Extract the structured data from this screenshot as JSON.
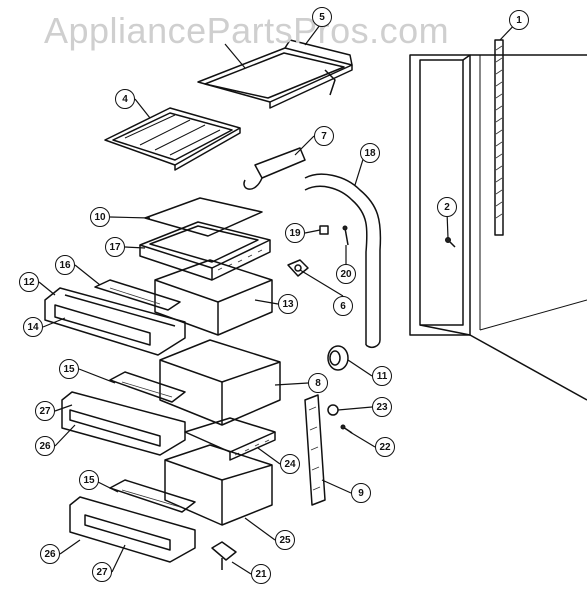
{
  "watermark": "AppliancePartsPros.com",
  "callouts": [
    {
      "id": "c1",
      "label": "1"
    },
    {
      "id": "c2",
      "label": "2"
    },
    {
      "id": "c4",
      "label": "4"
    },
    {
      "id": "c5",
      "label": "5"
    },
    {
      "id": "c6",
      "label": "6"
    },
    {
      "id": "c7",
      "label": "7"
    },
    {
      "id": "c8",
      "label": "8"
    },
    {
      "id": "c9",
      "label": "9"
    },
    {
      "id": "c10",
      "label": "10"
    },
    {
      "id": "c11",
      "label": "11"
    },
    {
      "id": "c12",
      "label": "12"
    },
    {
      "id": "c13",
      "label": "13"
    },
    {
      "id": "c14",
      "label": "14"
    },
    {
      "id": "c15a",
      "label": "15"
    },
    {
      "id": "c15b",
      "label": "15"
    },
    {
      "id": "c16",
      "label": "16"
    },
    {
      "id": "c17",
      "label": "17"
    },
    {
      "id": "c18",
      "label": "18"
    },
    {
      "id": "c19",
      "label": "19"
    },
    {
      "id": "c20",
      "label": "20"
    },
    {
      "id": "c21",
      "label": "21"
    },
    {
      "id": "c22",
      "label": "22"
    },
    {
      "id": "c23",
      "label": "23"
    },
    {
      "id": "c24",
      "label": "24"
    },
    {
      "id": "c25",
      "label": "25"
    },
    {
      "id": "c26a",
      "label": "26"
    },
    {
      "id": "c26b",
      "label": "26"
    },
    {
      "id": "c27a",
      "label": "27"
    },
    {
      "id": "c27b",
      "label": "27"
    }
  ]
}
